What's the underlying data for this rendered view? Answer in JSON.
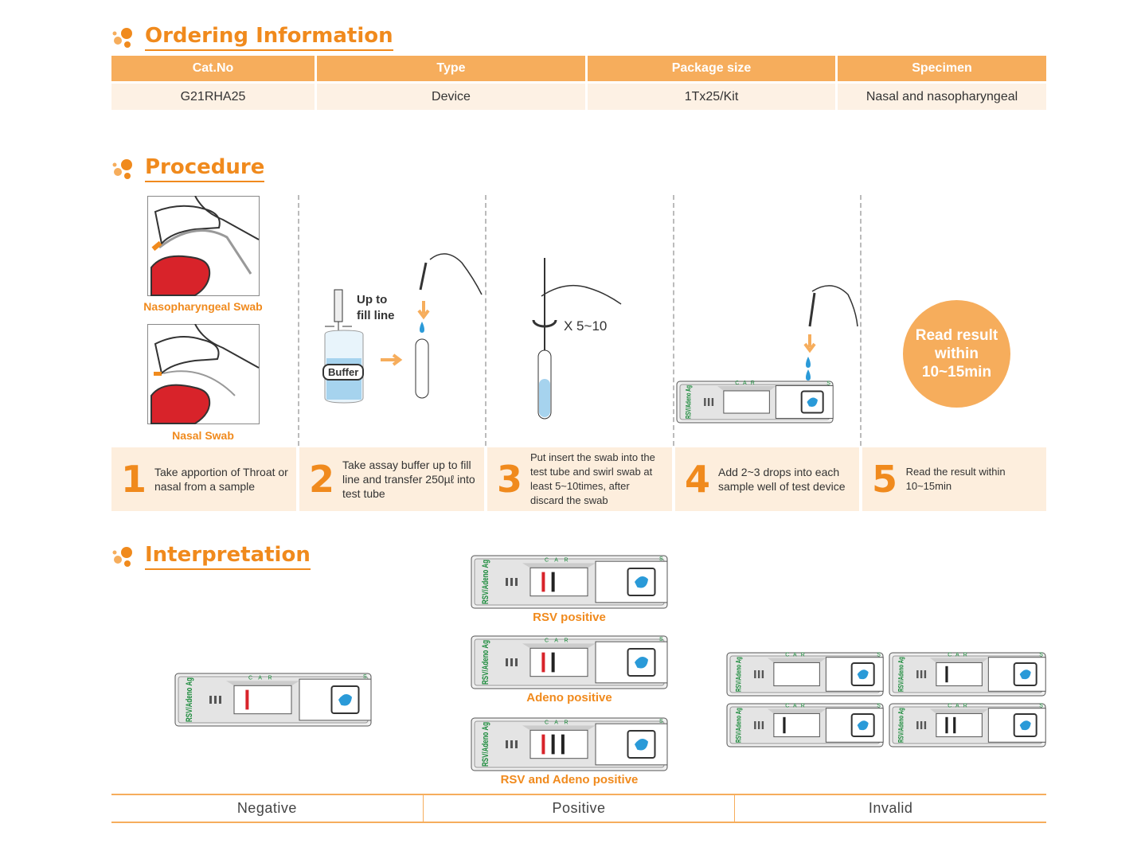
{
  "ordering": {
    "title": "Ordering Information",
    "headers": [
      "Cat.No",
      "Type",
      "Package size",
      "Specimen"
    ],
    "row": [
      "G21RHA25",
      "Device",
      "1Tx25/Kit",
      "Nasal and nasopharyngeal"
    ]
  },
  "procedure": {
    "title": "Procedure",
    "figure_labels": {
      "nasopharyngeal": "Nasopharyngeal Swab",
      "nasal": "Nasal Swab",
      "up_to_line1": "Up to",
      "up_to_line2": "fill line",
      "buffer": "Buffer",
      "swirl": "X 5~10",
      "device_name": "RSV/Adeno Ag",
      "read_line1": "Read result",
      "read_line2": "within",
      "read_line3": "10~15min"
    },
    "steps": [
      {
        "num": "1",
        "text": "Take apportion of Throat or nasal from a sample"
      },
      {
        "num": "2",
        "text": "Take assay buffer up to fill line and transfer 250µℓ into test tube"
      },
      {
        "num": "3",
        "text": "Put insert the swab into the test tube and swirl swab at least 5~10times, after discard the swab"
      },
      {
        "num": "4",
        "text": "Add 2~3 drops into each sample well of test device"
      },
      {
        "num": "5",
        "text": "Read the result within 10~15min"
      }
    ]
  },
  "interpretation": {
    "title": "Interpretation",
    "labels": {
      "rsv": "RSV positive",
      "adeno": "Adeno positive",
      "both": "RSV and Adeno positive"
    },
    "device_name": "RSV/Adeno Ag",
    "window_marks": [
      "C",
      "A",
      "R"
    ],
    "sample_mark": "S",
    "categories": [
      "Negative",
      "Positive",
      "Invalid"
    ]
  },
  "colors": {
    "accent": "#f08a1d",
    "header_bg": "#f6ad5c",
    "row_bg": "#fdf1e4",
    "control_line": "#d8232a",
    "device_text": "#1a8a3a"
  }
}
